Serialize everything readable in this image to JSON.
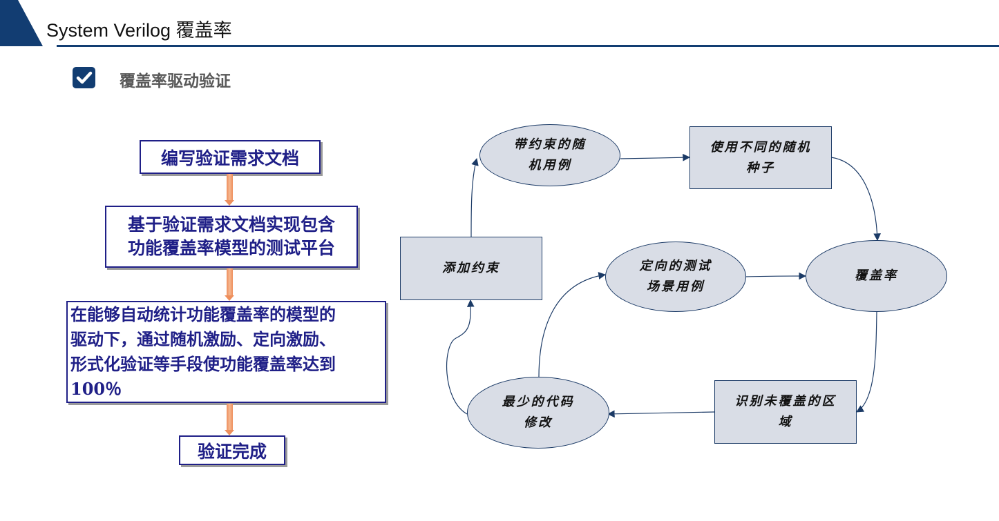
{
  "header": {
    "title": "System Verilog 覆盖率",
    "subtitle": "覆盖率驱动验证"
  },
  "colors": {
    "brand_navy": "#123d72",
    "flow_text": "#1f1f87",
    "flow_arrow": "#ee8f5c",
    "cycle_fill": "#d9dde6"
  },
  "icons": {
    "corner": "navy-triangle-decoration",
    "bullet": "checkbox-checked-icon"
  },
  "flowchart": {
    "steps": [
      "编写验证需求文档",
      "基于验证需求文档实现包含\n功能覆盖率模型的测试平台",
      "在能够自动统计功能覆盖率的模型的\n驱动下，通过随机激励、定向激励、\n形式化验证等手段使功能覆盖率达到\n100％",
      "验证完成"
    ]
  },
  "cycle": {
    "nodes": {
      "constrained_random": "带约束的随\n机用例",
      "different_seeds": "使用不同的随机\n种子",
      "coverage": "覆盖率",
      "directed": "定向的测试\n场景用例",
      "add_constraints": "添加约束",
      "uncovered": "识别未覆盖的区\n域",
      "minimal_changes": "最少的代码\n修改"
    }
  }
}
